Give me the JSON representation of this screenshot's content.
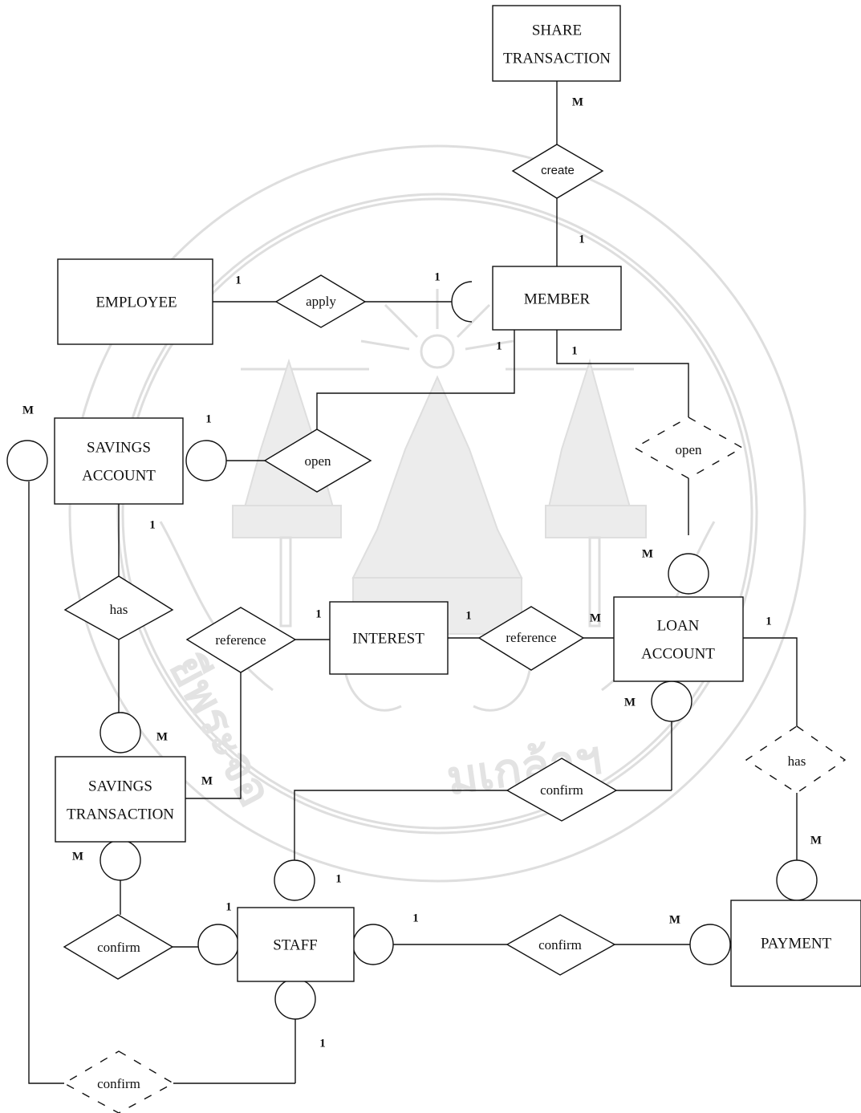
{
  "entities": {
    "share_transaction": [
      "SHARE",
      "TRANSACTION"
    ],
    "employee": "EMPLOYEE",
    "member": "MEMBER",
    "savings_account": [
      "SAVINGS",
      "ACCOUNT"
    ],
    "interest": "INTEREST",
    "loan_account": [
      "LOAN",
      "ACCOUNT"
    ],
    "savings_transaction": [
      "SAVINGS",
      "TRANSACTION"
    ],
    "staff": "STAFF",
    "payment": "PAYMENT"
  },
  "relationships": {
    "create": "create",
    "apply": "apply",
    "open_savings": "open",
    "open_loan": "open",
    "has_savings": "has",
    "reference_savings": "reference",
    "reference_loan": "reference",
    "has_payment": "has",
    "confirm_loan": "confirm",
    "confirm_savings_tx": "confirm",
    "confirm_payment": "confirm",
    "confirm_bottom": "confirm"
  },
  "cardinalities": {
    "share_create_m": "M",
    "member_create_1": "1",
    "employee_apply_1": "1",
    "member_apply_1": "1",
    "member_open_savings_1": "1",
    "member_open_loan_1": "1",
    "savings_open_1": "1",
    "savings_self_m": "M",
    "savings_has_1": "1",
    "loan_open_m": "M",
    "interest_ref_savings_1": "1",
    "interest_ref_loan_1": "1",
    "loan_ref_m": "M",
    "loan_has_1": "1",
    "savtx_has_m": "M",
    "savtx_ref_m": "M",
    "loan_confirm_m": "M",
    "savtx_confirm_m": "M",
    "staff_confirm_loan_1": "1",
    "staff_confirm_savtx_1": "1",
    "staff_confirm_payment_1": "1",
    "payment_confirm_m": "M",
    "payment_has_m": "M",
    "staff_confirm_bottom_1": "1"
  }
}
